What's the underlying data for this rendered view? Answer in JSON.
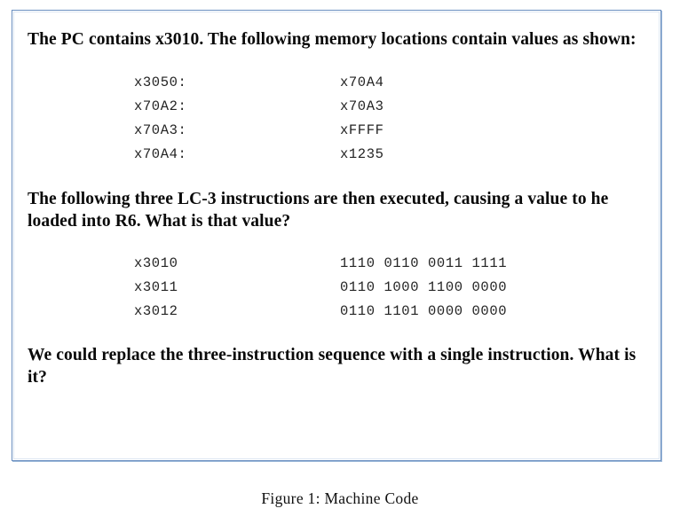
{
  "figure": {
    "caption": "Figure 1:  Machine Code",
    "border_color": "#6a8fc0",
    "background_color": "#ffffff",
    "paragraphs": {
      "intro": "The PC contains x3010. The following memory locations contain values as shown:",
      "middle": "The following three LC-3 instructions are then executed, causing a value to he loaded into R6. What is that value?",
      "closing": "We could replace the three-instruction sequence with a single instruction. What is it?"
    },
    "memory_table": {
      "rows": [
        {
          "address": "x3050:",
          "value": "x70A4"
        },
        {
          "address": "x70A2:",
          "value": "x70A3"
        },
        {
          "address": "x70A3:",
          "value": "xFFFF"
        },
        {
          "address": "x70A4:",
          "value": "x1235"
        }
      ]
    },
    "instruction_table": {
      "rows": [
        {
          "address": "x3010",
          "value": "1110 0110 0011 1111"
        },
        {
          "address": "x3011",
          "value": "0110 1000 1100 0000"
        },
        {
          "address": "x3012",
          "value": "0110 1101 0000 0000"
        }
      ]
    }
  }
}
